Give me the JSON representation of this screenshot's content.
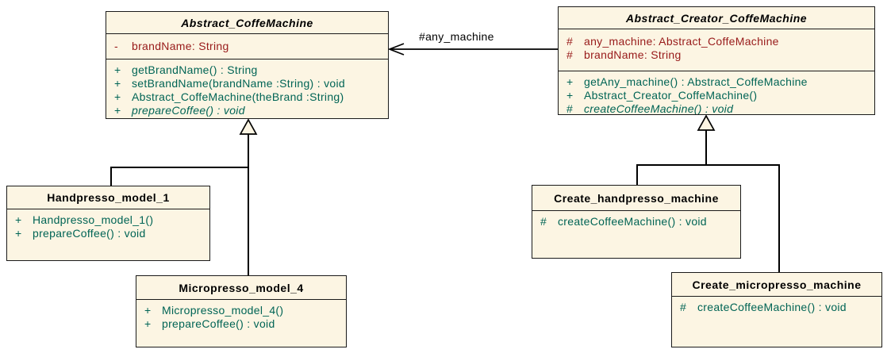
{
  "diagram": {
    "type": "uml-class-diagram",
    "colors": {
      "fill": "#fcf5e3",
      "border": "#1a1a1a",
      "attr": "#981a1a",
      "method": "#006455",
      "edge": "#000000",
      "label": "#000000",
      "bg": "#ffffff"
    }
  },
  "classes": [
    {
      "id": "abstract-coffemachine",
      "title": "Abstract_CoffeMachine",
      "abstract": true,
      "attributes": [
        {
          "vis": "-",
          "text": "brandName: String"
        }
      ],
      "methods": [
        {
          "vis": "+",
          "text": "getBrandName() : String"
        },
        {
          "vis": "+",
          "text": "setBrandName(brandName :String) : void"
        },
        {
          "vis": "+",
          "text": "Abstract_CoffeMachine(theBrand :String)"
        },
        {
          "vis": "+",
          "text": "prepareCoffee() : void",
          "italic": true
        }
      ]
    },
    {
      "id": "abstract-creator-coffemachine",
      "title": "Abstract_Creator_CoffeMachine",
      "abstract": true,
      "attributes": [
        {
          "vis": "#",
          "text": "any_machine: Abstract_CoffeMachine"
        },
        {
          "vis": "#",
          "text": "brandName: String"
        }
      ],
      "methods": [
        {
          "vis": "+",
          "text": "getAny_machine() : Abstract_CoffeMachine"
        },
        {
          "vis": "+",
          "text": "Abstract_Creator_CoffeMachine()"
        },
        {
          "vis": "#",
          "text": "createCoffeeMachine() : void",
          "italic": true
        }
      ]
    },
    {
      "id": "handpresso-model-1",
      "title": "Handpresso_model_1",
      "abstract": false,
      "attributes": [],
      "methods": [
        {
          "vis": "+",
          "text": "Handpresso_model_1()"
        },
        {
          "vis": "+",
          "text": "prepareCoffee() : void"
        }
      ]
    },
    {
      "id": "micropresso-model-4",
      "title": "Micropresso_model_4",
      "abstract": false,
      "attributes": [],
      "methods": [
        {
          "vis": "+",
          "text": "Micropresso_model_4()"
        },
        {
          "vis": "+",
          "text": "prepareCoffee() : void"
        }
      ]
    },
    {
      "id": "create-handpresso-machine",
      "title": "Create_handpresso_machine",
      "abstract": false,
      "attributes": [],
      "methods": [
        {
          "vis": "#",
          "text": "createCoffeeMachine() : void"
        }
      ]
    },
    {
      "id": "create-micropresso-machine",
      "title": "Create_micropresso_machine",
      "abstract": false,
      "attributes": [],
      "methods": [
        {
          "vis": "#",
          "text": "createCoffeeMachine() : void"
        }
      ]
    }
  ],
  "relations": {
    "association": {
      "label": "#any_machine",
      "from": "Abstract_Creator_CoffeMachine",
      "to": "Abstract_CoffeMachine"
    },
    "generalizations": [
      {
        "from": "Handpresso_model_1",
        "to": "Abstract_CoffeMachine"
      },
      {
        "from": "Micropresso_model_4",
        "to": "Abstract_CoffeMachine"
      },
      {
        "from": "Create_handpresso_machine",
        "to": "Abstract_Creator_CoffeMachine"
      },
      {
        "from": "Create_micropresso_machine",
        "to": "Abstract_Creator_CoffeMachine"
      }
    ]
  }
}
